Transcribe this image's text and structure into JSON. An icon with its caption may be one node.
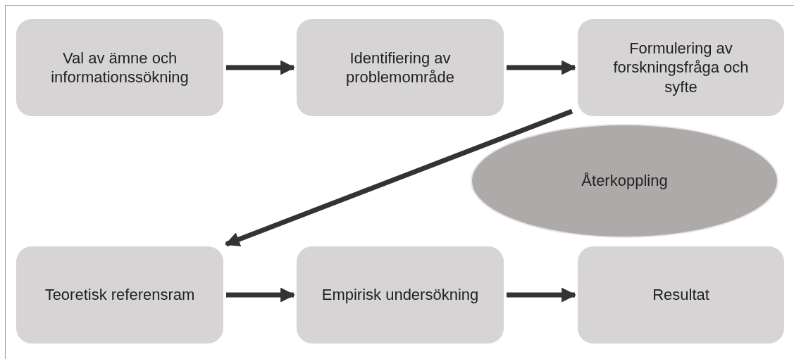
{
  "diagram": {
    "nodes": [
      {
        "text": [
          "Val av ämne och informationssökning"
        ]
      },
      {
        "text": [
          "Identifiering av problemområde"
        ]
      },
      {
        "text": [
          "Formulering av forskningsfråga och syfte"
        ]
      },
      {
        "text": [
          "Teoretisk referensram"
        ]
      },
      {
        "text": [
          "Empirisk undersökning"
        ]
      },
      {
        "text": [
          "Resultat"
        ]
      },
      {
        "text": [
          "Återkoppling"
        ]
      }
    ],
    "edges": [
      {
        "from": 0,
        "to": 1,
        "arrow": "to"
      },
      {
        "from": 1,
        "to": 2,
        "arrow": "to"
      },
      {
        "from": 2,
        "to": 3,
        "arrow": "to"
      },
      {
        "from": 3,
        "to": 4,
        "arrow": "to"
      },
      {
        "from": 4,
        "to": 5,
        "arrow": "to"
      }
    ]
  }
}
